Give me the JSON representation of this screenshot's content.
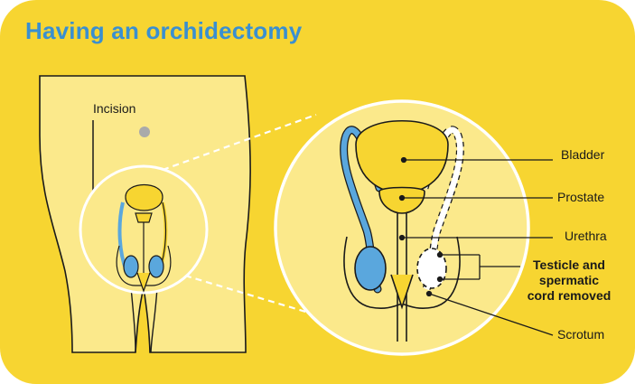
{
  "title": "Having an orchidectomy",
  "labels": {
    "incision": "Incision",
    "bladder": "Bladder",
    "prostate": "Prostate",
    "urethra": "Urethra",
    "testicle_line1": "Testicle and",
    "testicle_line2": "spermatic",
    "testicle_line3": "cord removed",
    "scrotum": "Scrotum"
  },
  "colors": {
    "background": "#f7d531",
    "body_fill": "#fbe98b",
    "title": "#3a8fd0",
    "organ_blue": "#5aa7dd",
    "incision_mark": "#3a8fd0"
  }
}
